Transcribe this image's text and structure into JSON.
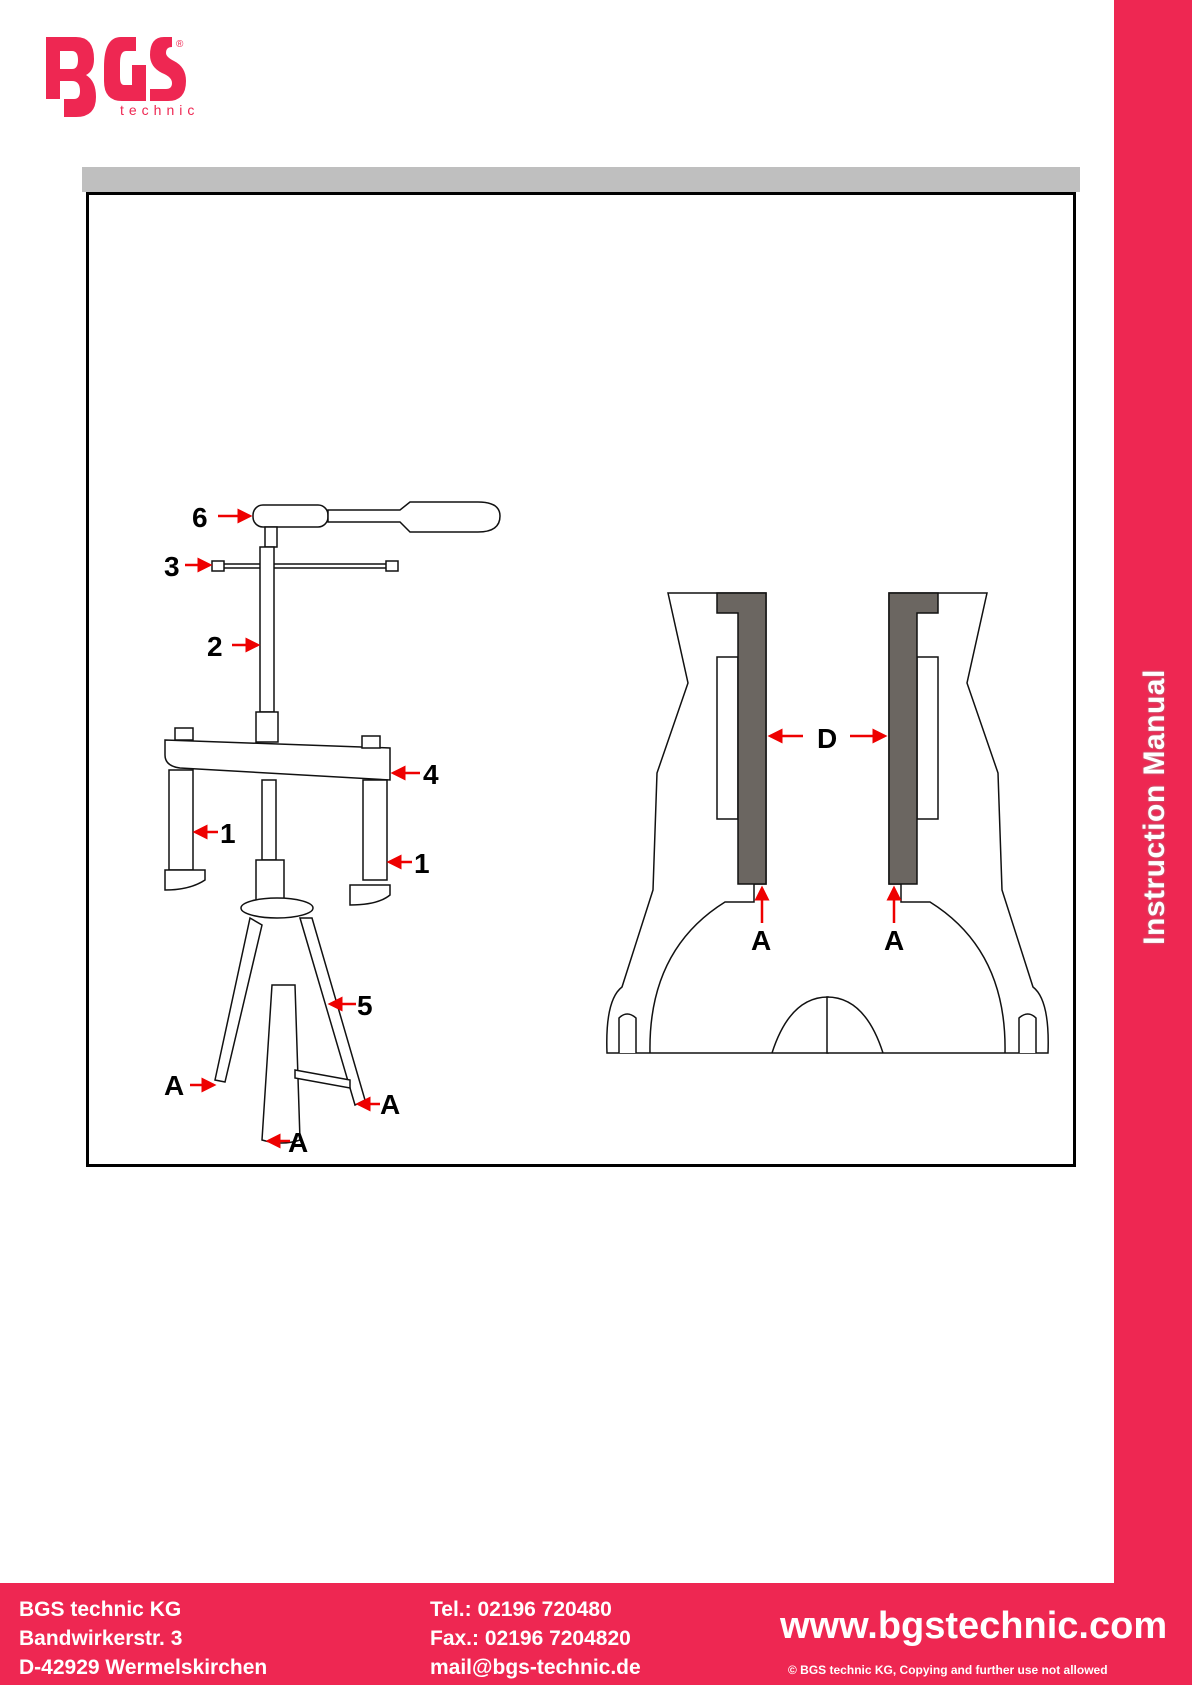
{
  "brand": {
    "logo_text": "BGS",
    "logo_sub": "technic",
    "registered": "®",
    "color": "#ee2752"
  },
  "sidebar": {
    "title": "Instruction Manual"
  },
  "figure_left": {
    "labels": {
      "p6": "6",
      "p3": "3",
      "p2": "2",
      "p4": "4",
      "p1a": "1",
      "p1b": "1",
      "p5": "5",
      "a1": "A",
      "a2": "A",
      "a3": "A"
    }
  },
  "figure_right": {
    "labels": {
      "d": "D",
      "a1": "A",
      "a2": "A"
    }
  },
  "footer": {
    "company": "BGS technic KG",
    "street": "Bandwirkerstr. 3",
    "city": "D-42929 Wermelskirchen",
    "tel": "Tel.: 02196 720480",
    "fax": "Fax.: 02196 7204820",
    "mail": "mail@bgs-technic.de",
    "website": "www.bgstechnic.com",
    "copyright": "© BGS technic KG, Copying and further use not allowed"
  }
}
